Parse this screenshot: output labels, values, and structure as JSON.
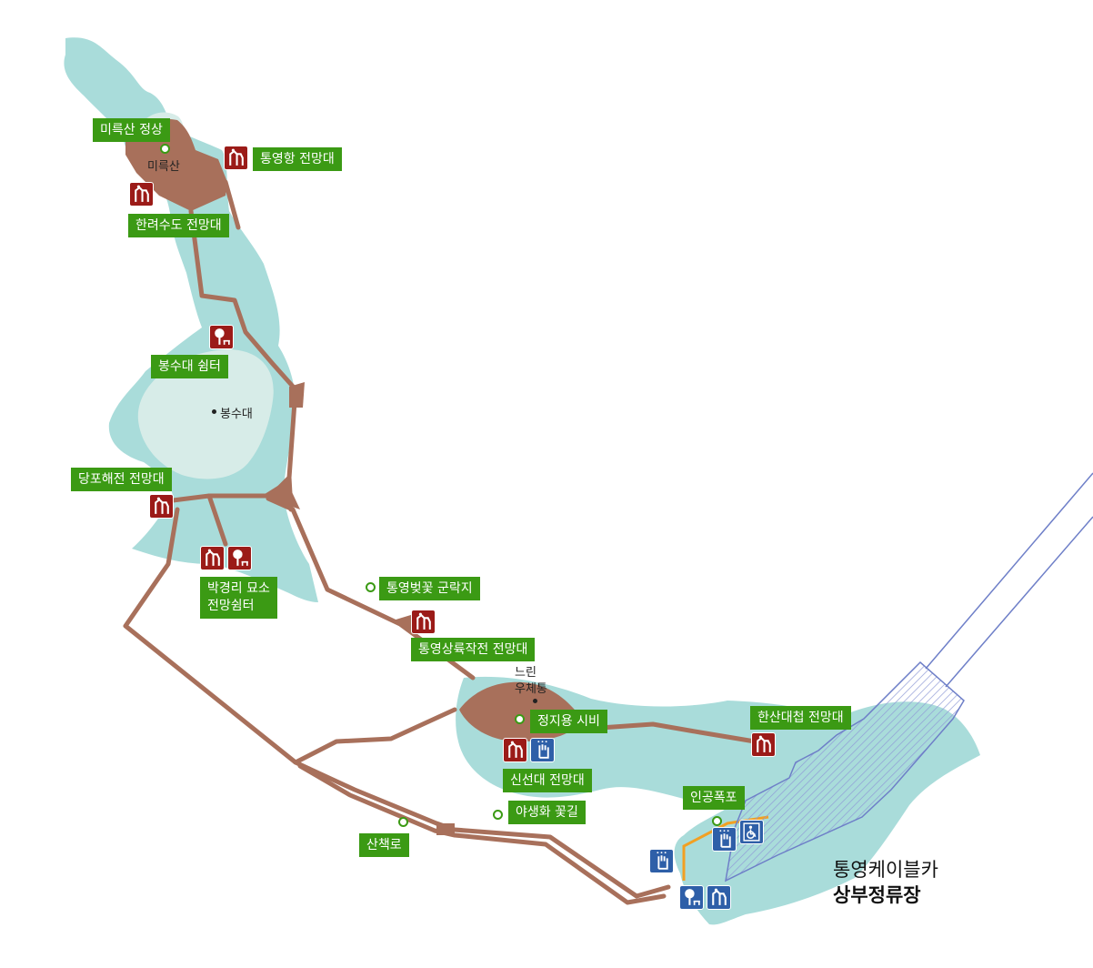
{
  "colors": {
    "area": "#a9dcda",
    "area_light": "#d7ece8",
    "trail": "#a8705b",
    "label_bg": "#3b9a14",
    "viewpoint_icon": "#9b1b18",
    "facility_icon": "#2e5fa8",
    "cable_line": "#6e7fc8",
    "access_path": "#f2a023"
  },
  "labels": {
    "mireuksan_peak": "미륵산 정상",
    "tongyeong_port_view": "통영항 전망대",
    "hallyeo_view": "한려수도 전망대",
    "bongsudae_shelter": "봉수대 쉼터",
    "dangpo_view": "당포해전 전망대",
    "park_tomb_view_line1": "박경리 묘소",
    "park_tomb_view_line2": "전망쉼터",
    "cherry_colony": "통영벚꽃 군락지",
    "landing_view": "통영상륙작전 전망대",
    "jeongji_monument": "정지용 시비",
    "sinseondae_view": "신선대 전망대",
    "hansan_view": "한산대첩 전망대",
    "artificial_falls": "인공폭포",
    "wildflower_path": "야생화 꽃길",
    "walkway": "산책로"
  },
  "places": {
    "mireuksan": "미륵산",
    "bongsudae": "봉수대",
    "slow_postbox_line1": "느린",
    "slow_postbox_line2": "우체통"
  },
  "station": {
    "line1": "통영케이블카",
    "line2": "상부정류장"
  },
  "icons": {
    "viewpoint": "binocular-viewpoint-icon",
    "shelter": "tree-bench-shelter-icon",
    "touch": "touch-hand-icon",
    "accessible": "wheelchair-icon"
  }
}
